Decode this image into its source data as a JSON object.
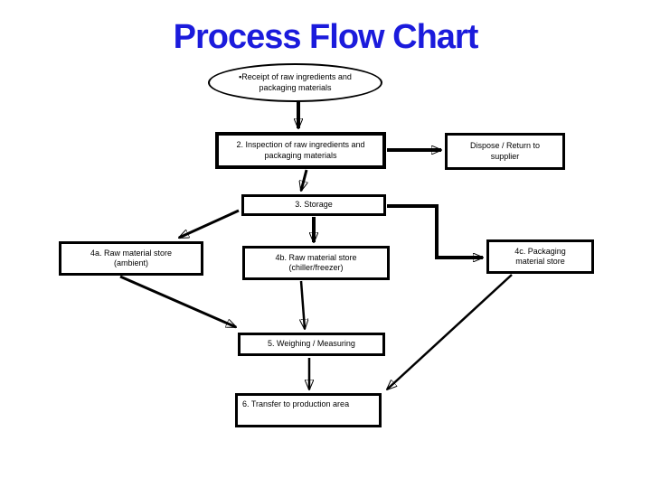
{
  "title": "Process Flow Chart",
  "colors": {
    "title_blue": "#1B1BDC",
    "line_black": "#000000",
    "box_fill": "#FFFFFF"
  },
  "nodes": {
    "receipt": {
      "label": "▪Receipt of raw ingredients and packaging materials",
      "shape": "ellipse"
    },
    "inspection": {
      "label": "2. Inspection of raw ingredients and packaging materials",
      "shape": "rect"
    },
    "dispose": {
      "label": "Dispose / Return to supplier",
      "shape": "rect"
    },
    "storage": {
      "label": "3. Storage",
      "shape": "rect"
    },
    "store_ambient": {
      "label": "4a. Raw material store (ambient)",
      "shape": "rect"
    },
    "store_chiller": {
      "label": "4b. Raw material store (chiller/freezer)",
      "shape": "rect"
    },
    "store_packaging": {
      "label": "4c. Packaging material store",
      "shape": "rect"
    },
    "weighing": {
      "label": "5. Weighing / Measuring",
      "shape": "rect"
    },
    "transfer": {
      "label": "6. Transfer to production area",
      "shape": "rect"
    }
  },
  "edges": [
    {
      "from": "receipt",
      "to": "inspection"
    },
    {
      "from": "inspection",
      "to": "dispose"
    },
    {
      "from": "inspection",
      "to": "storage"
    },
    {
      "from": "storage",
      "to": "store_ambient"
    },
    {
      "from": "storage",
      "to": "store_chiller"
    },
    {
      "from": "storage",
      "to": "store_packaging"
    },
    {
      "from": "store_ambient",
      "to": "weighing"
    },
    {
      "from": "store_chiller",
      "to": "weighing"
    },
    {
      "from": "weighing",
      "to": "transfer"
    },
    {
      "from": "store_packaging",
      "to": "transfer"
    }
  ]
}
